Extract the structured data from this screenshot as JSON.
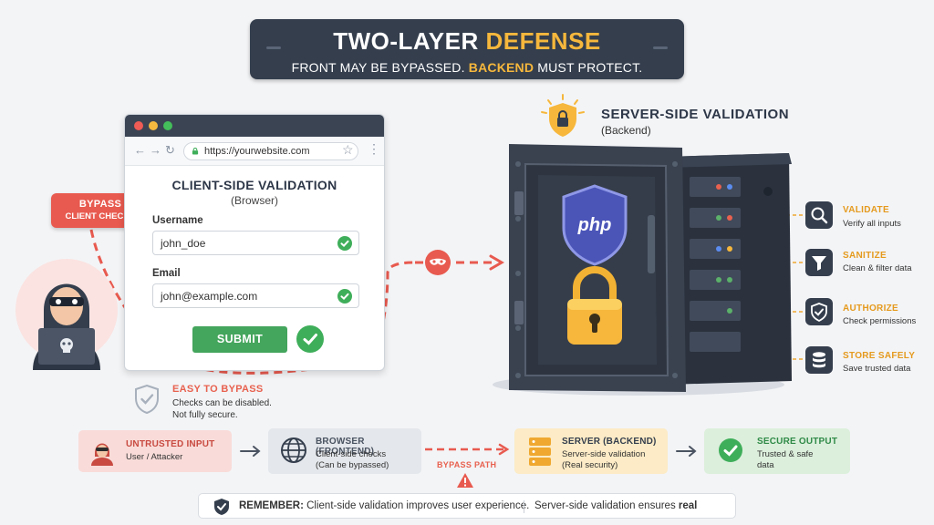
{
  "banner": {
    "title_a": "TWO-LAYER ",
    "title_b": "DEFENSE",
    "subtitle_a": "FRONT MAY BE BYPASSED. ",
    "subtitle_b": "BACKEND",
    "subtitle_c": " MUST PROTECT."
  },
  "browser": {
    "url": "https://yourwebsite.com",
    "title": "CLIENT-SIDE VALIDATION",
    "subtitle": "(Browser)",
    "username_label": "Username",
    "username_value": "john_doe",
    "email_label": "Email",
    "email_value": "john@example.com",
    "submit_label": "SUBMIT"
  },
  "bypass_callout": {
    "line1": "BYPASS",
    "line2": "CLIENT CHECKS"
  },
  "easy_bypass": {
    "title": "EASY TO BYPASS",
    "line1": "Checks can be disabled.",
    "line2": "Not fully secure."
  },
  "server": {
    "title": "SERVER-SIDE VALIDATION",
    "subtitle": "(Backend)",
    "shield_text": "php"
  },
  "steps": [
    {
      "title": "VALIDATE",
      "desc": "Verify all inputs",
      "icon": "search-icon"
    },
    {
      "title": "SANITIZE",
      "desc": "Clean & filter data",
      "icon": "filter-icon"
    },
    {
      "title": "AUTHORIZE",
      "desc": "Check permissions",
      "icon": "shield-check-icon"
    },
    {
      "title": "STORE SAFELY",
      "desc": "Save trusted data",
      "icon": "database-icon"
    }
  ],
  "flow": [
    {
      "title": "UNTRUSTED INPUT",
      "desc1": "User / Attacker",
      "desc2": ""
    },
    {
      "title": "BROWSER (FRONTEND)",
      "desc1": "Client-side checks",
      "desc2": "(Can be bypassed)"
    },
    {
      "title": "SERVER (BACKEND)",
      "desc1": "Server-side validation",
      "desc2": "(Real security)"
    },
    {
      "title": "SECURE OUTPUT",
      "desc1": "Trusted & safe",
      "desc2": "data"
    }
  ],
  "bypass_path": "BYPASS PATH",
  "remember": {
    "label": "REMEMBER:",
    "part1": " Client-side validation improves user experience.",
    "part2": "Server-side validation ensures ",
    "part3": "real security."
  },
  "colors": {
    "dark": "#343e4d",
    "accent": "#f6b73c",
    "danger": "#e85a4f",
    "success": "#3fae5a"
  }
}
